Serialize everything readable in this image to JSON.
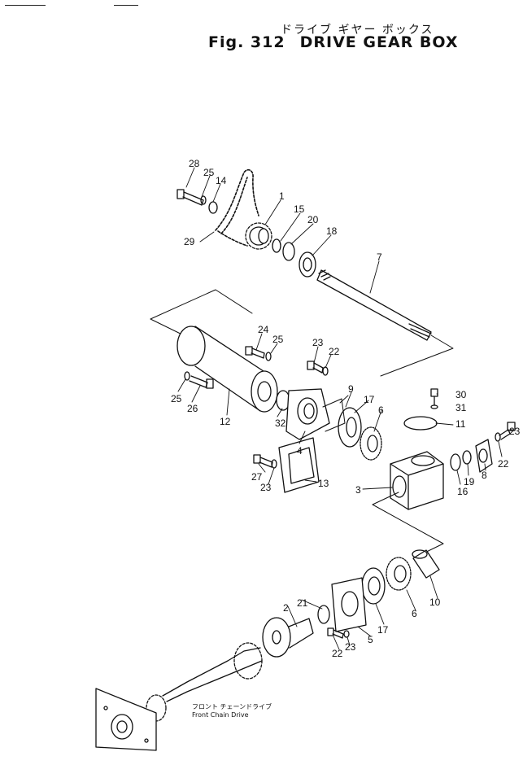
{
  "header": {
    "title_jp": "ドライブ ギヤー ボックス",
    "fig_label": "Fig. 312",
    "title_en": "DRIVE GEAR BOX"
  },
  "note": {
    "jp": "フロント チェーンドライブ",
    "en": "Front Chain Drive"
  },
  "callouts": [
    "28",
    "25",
    "14",
    "1",
    "15",
    "20",
    "18",
    "29",
    "7",
    "24",
    "25",
    "23",
    "22",
    "25",
    "26",
    "12",
    "32",
    "9",
    "17",
    "6",
    "4",
    "30",
    "31",
    "11",
    "27",
    "23",
    "13",
    "3",
    "16",
    "19",
    "8",
    "22",
    "23",
    "10",
    "2",
    "21",
    "5",
    "17",
    "6",
    "22",
    "23"
  ]
}
